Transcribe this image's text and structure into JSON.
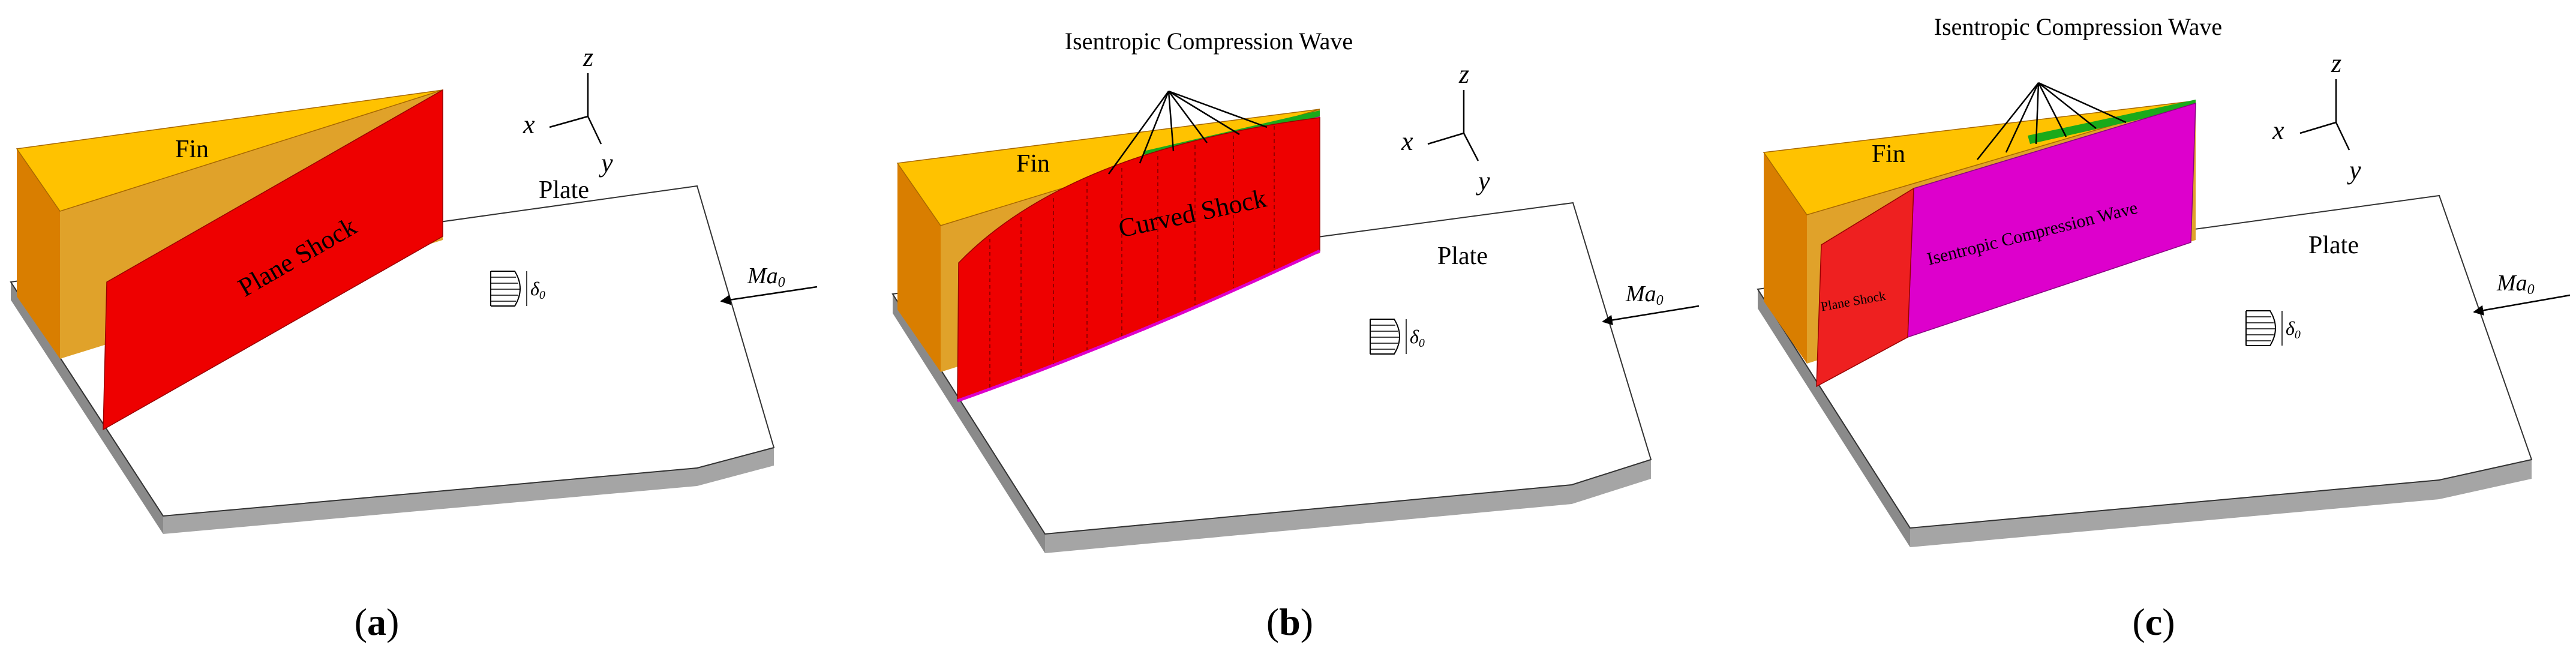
{
  "colors": {
    "fin_top": "#FFC200",
    "fin_front": "#D97E00",
    "fin_side": "#E0A22A",
    "plane_shock": "#EE0000",
    "plane_shock_light": "#EE2020",
    "isentropic_wave": "#DD00CC",
    "green_strip": "#1AAA1A",
    "plate_top": "#FFFFFF",
    "plate_edge": "#999999",
    "outline": "#333333"
  },
  "panels": [
    {
      "id": "a",
      "caption_open": "(",
      "caption_letter": "a",
      "caption_close": ")",
      "fin": "Fin",
      "plate": "Plate",
      "shock": "Plane Shock",
      "mach": "Ma",
      "mach_sub": "0",
      "delta": "δ",
      "delta_sub": "0",
      "axes": {
        "x": "x",
        "y": "y",
        "z": "z"
      }
    },
    {
      "id": "b",
      "caption_open": "(",
      "caption_letter": "b",
      "caption_close": ")",
      "fin": "Fin",
      "plate": "Plate",
      "shock": "Curved Shock",
      "wave_title": "Isentropic Compression Wave",
      "mach": "Ma",
      "mach_sub": "0",
      "delta": "δ",
      "delta_sub": "0",
      "axes": {
        "x": "x",
        "y": "y",
        "z": "z"
      }
    },
    {
      "id": "c",
      "caption_open": "(",
      "caption_letter": "c",
      "caption_close": ")",
      "fin": "Fin",
      "plate": "Plate",
      "shock": "Plane Shock",
      "wave_title": "Isentropic Compression Wave",
      "wave_face": "Isentropic Compression Wave",
      "mach": "Ma",
      "mach_sub": "0",
      "delta": "δ",
      "delta_sub": "0",
      "axes": {
        "x": "x",
        "y": "y",
        "z": "z"
      }
    }
  ]
}
